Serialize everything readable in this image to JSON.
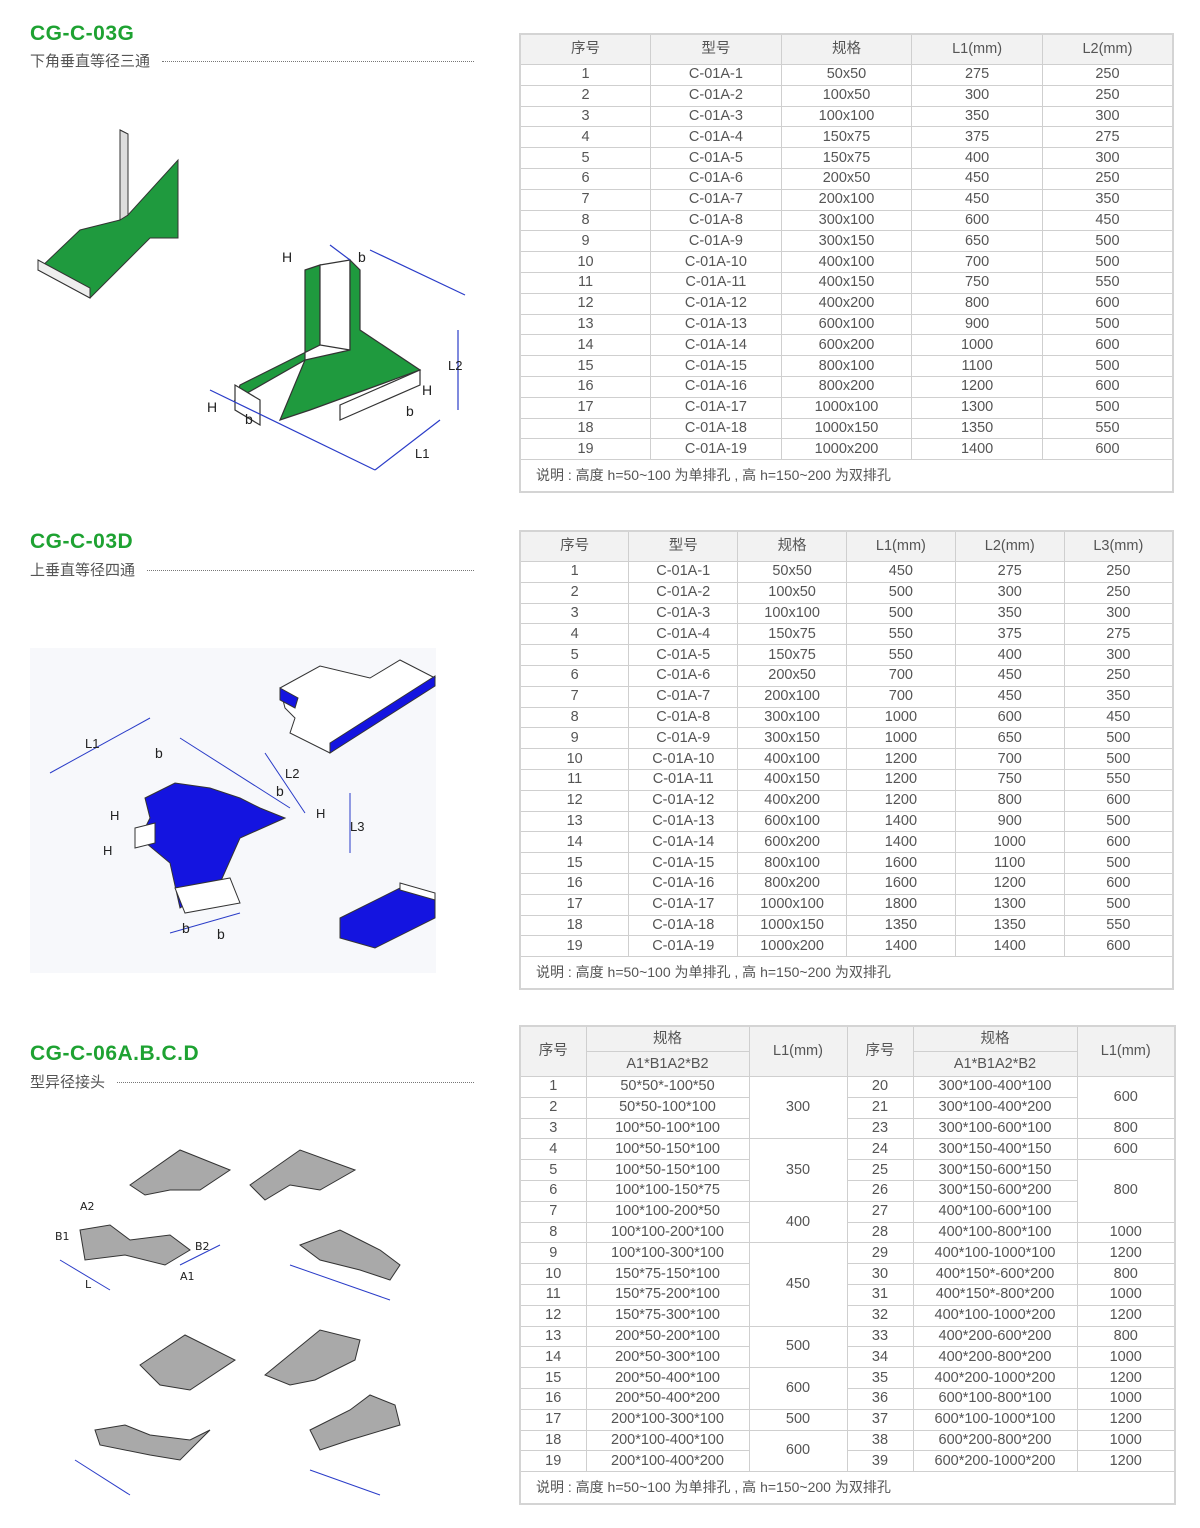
{
  "sections": [
    {
      "code": "CG-C-03G",
      "name": "下角垂直等径三通",
      "columns": [
        "序号",
        "型号",
        "规格",
        "L1(mm)",
        "L2(mm)"
      ],
      "rows": [
        [
          "1",
          "C-01A-1",
          "50x50",
          "275",
          "250"
        ],
        [
          "2",
          "C-01A-2",
          "100x50",
          "300",
          "250"
        ],
        [
          "3",
          "C-01A-3",
          "100x100",
          "350",
          "300"
        ],
        [
          "4",
          "C-01A-4",
          "150x75",
          "375",
          "275"
        ],
        [
          "5",
          "C-01A-5",
          "150x75",
          "400",
          "300"
        ],
        [
          "6",
          "C-01A-6",
          "200x50",
          "450",
          "250"
        ],
        [
          "7",
          "C-01A-7",
          "200x100",
          "450",
          "350"
        ],
        [
          "8",
          "C-01A-8",
          "300x100",
          "600",
          "450"
        ],
        [
          "9",
          "C-01A-9",
          "300x150",
          "650",
          "500"
        ],
        [
          "10",
          "C-01A-10",
          "400x100",
          "700",
          "500"
        ],
        [
          "11",
          "C-01A-11",
          "400x150",
          "750",
          "550"
        ],
        [
          "12",
          "C-01A-12",
          "400x200",
          "800",
          "600"
        ],
        [
          "13",
          "C-01A-13",
          "600x100",
          "900",
          "500"
        ],
        [
          "14",
          "C-01A-14",
          "600x200",
          "1000",
          "600"
        ],
        [
          "15",
          "C-01A-15",
          "800x100",
          "1100",
          "500"
        ],
        [
          "16",
          "C-01A-16",
          "800x200",
          "1200",
          "600"
        ],
        [
          "17",
          "C-01A-17",
          "1000x100",
          "1300",
          "500"
        ],
        [
          "18",
          "C-01A-18",
          "1000x150",
          "1350",
          "550"
        ],
        [
          "19",
          "C-01A-19",
          "1000x200",
          "1400",
          "600"
        ]
      ],
      "note": "说明 : 高度 h=50~100 为单排孔 , 高 h=150~200 为双排孔",
      "figure_labels": [
        "H",
        "b",
        "L2",
        "H",
        "b",
        "H",
        "b",
        "L1"
      ]
    },
    {
      "code": "CG-C-03D",
      "name": "上垂直等径四通",
      "columns": [
        "序号",
        "型号",
        "规格",
        "L1(mm)",
        "L2(mm)",
        "L3(mm)"
      ],
      "rows": [
        [
          "1",
          "C-01A-1",
          "50x50",
          "450",
          "275",
          "250"
        ],
        [
          "2",
          "C-01A-2",
          "100x50",
          "500",
          "300",
          "250"
        ],
        [
          "3",
          "C-01A-3",
          "100x100",
          "500",
          "350",
          "300"
        ],
        [
          "4",
          "C-01A-4",
          "150x75",
          "550",
          "375",
          "275"
        ],
        [
          "5",
          "C-01A-5",
          "150x75",
          "550",
          "400",
          "300"
        ],
        [
          "6",
          "C-01A-6",
          "200x50",
          "700",
          "450",
          "250"
        ],
        [
          "7",
          "C-01A-7",
          "200x100",
          "700",
          "450",
          "350"
        ],
        [
          "8",
          "C-01A-8",
          "300x100",
          "1000",
          "600",
          "450"
        ],
        [
          "9",
          "C-01A-9",
          "300x150",
          "1000",
          "650",
          "500"
        ],
        [
          "10",
          "C-01A-10",
          "400x100",
          "1200",
          "700",
          "500"
        ],
        [
          "11",
          "C-01A-11",
          "400x150",
          "1200",
          "750",
          "550"
        ],
        [
          "12",
          "C-01A-12",
          "400x200",
          "1200",
          "800",
          "600"
        ],
        [
          "13",
          "C-01A-13",
          "600x100",
          "1400",
          "900",
          "500"
        ],
        [
          "14",
          "C-01A-14",
          "600x200",
          "1400",
          "1000",
          "600"
        ],
        [
          "15",
          "C-01A-15",
          "800x100",
          "1600",
          "1100",
          "500"
        ],
        [
          "16",
          "C-01A-16",
          "800x200",
          "1600",
          "1200",
          "600"
        ],
        [
          "17",
          "C-01A-17",
          "1000x100",
          "1800",
          "1300",
          "500"
        ],
        [
          "18",
          "C-01A-18",
          "1000x150",
          "1350",
          "1350",
          "550"
        ],
        [
          "19",
          "C-01A-19",
          "1000x200",
          "1400",
          "1400",
          "600"
        ]
      ],
      "note": "说明 : 高度 h=50~100 为单排孔 , 高 h=150~200 为双排孔",
      "figure_labels": [
        "L1",
        "b",
        "L2",
        "b",
        "H",
        "H",
        "H",
        "L3",
        "b",
        "b"
      ]
    },
    {
      "code": "CG-C-06A.B.C.D",
      "name": "型异径接头",
      "header": {
        "seq": "序号",
        "spec": "规格",
        "spec_sub": "A1*B1A2*B2",
        "l1": "L1(mm)"
      },
      "left": {
        "rows": [
          [
            "1",
            "50*50*-100*50"
          ],
          [
            "2",
            "50*50-100*100"
          ],
          [
            "3",
            "100*50-100*100"
          ],
          [
            "4",
            "100*50-150*100"
          ],
          [
            "5",
            "100*50-150*100"
          ],
          [
            "6",
            "100*100-150*75"
          ],
          [
            "7",
            "100*100-200*50"
          ],
          [
            "8",
            "100*100-200*100"
          ],
          [
            "9",
            "100*100-300*100"
          ],
          [
            "10",
            "150*75-150*100"
          ],
          [
            "11",
            "150*75-200*100"
          ],
          [
            "12",
            "150*75-300*100"
          ],
          [
            "13",
            "200*50-200*100"
          ],
          [
            "14",
            "200*50-300*100"
          ],
          [
            "15",
            "200*50-400*100"
          ],
          [
            "16",
            "200*50-400*200"
          ],
          [
            "17",
            "200*100-300*100"
          ],
          [
            "18",
            "200*100-400*100"
          ],
          [
            "19",
            "200*100-400*200"
          ]
        ],
        "l1_groups": [
          {
            "value": "300",
            "span": 3
          },
          {
            "value": "350",
            "span": 3
          },
          {
            "value": "400",
            "span": 2
          },
          {
            "value": "450",
            "span": 4
          },
          {
            "value": "500",
            "span": 2
          },
          {
            "value": "600",
            "span": 2
          },
          {
            "value": "500",
            "span": 1
          },
          {
            "value": "600",
            "span": 2
          }
        ]
      },
      "right": {
        "rows": [
          [
            "20",
            "300*100-400*100"
          ],
          [
            "21",
            "300*100-400*200"
          ],
          [
            "23",
            "300*100-600*100"
          ],
          [
            "24",
            "300*150-400*150"
          ],
          [
            "25",
            "300*150-600*150"
          ],
          [
            "26",
            "300*150-600*200"
          ],
          [
            "27",
            "400*100-600*100"
          ],
          [
            "28",
            "400*100-800*100"
          ],
          [
            "29",
            "400*100-1000*100"
          ],
          [
            "30",
            "400*150*-600*200"
          ],
          [
            "31",
            "400*150*-800*200"
          ],
          [
            "32",
            "400*100-1000*200"
          ],
          [
            "33",
            "400*200-600*200"
          ],
          [
            "34",
            "400*200-800*200"
          ],
          [
            "35",
            "400*200-1000*200"
          ],
          [
            "36",
            "600*100-800*100"
          ],
          [
            "37",
            "600*100-1000*100"
          ],
          [
            "38",
            "600*200-800*200"
          ],
          [
            "39",
            "600*200-1000*200"
          ]
        ],
        "l1_groups": [
          {
            "value": "600",
            "span": 2
          },
          {
            "value": "800",
            "span": 1
          },
          {
            "value": "600",
            "span": 1
          },
          {
            "value": "800",
            "span": 3
          },
          {
            "value": "1000",
            "span": 1
          },
          {
            "value": "1200",
            "span": 1
          },
          {
            "value": "800",
            "span": 1
          },
          {
            "value": "1000",
            "span": 1
          },
          {
            "value": "1200",
            "span": 1
          },
          {
            "value": "800",
            "span": 1
          },
          {
            "value": "1000",
            "span": 1
          },
          {
            "value": "1200",
            "span": 1
          },
          {
            "value": "1000",
            "span": 1
          },
          {
            "value": "1200",
            "span": 1
          },
          {
            "value": "1000",
            "span": 1
          },
          {
            "value": "1200",
            "span": 1
          }
        ]
      },
      "note": "说明 : 高度 h=50~100 为单排孔 , 高 h=150~200 为双排孔",
      "figure_labels": [
        "A2",
        "B2",
        "B1",
        "L",
        "A1"
      ]
    }
  ],
  "colors": {
    "title_green": "#1ea232",
    "part_green": "#1f9a3e",
    "part_blue": "#1414e0",
    "part_gray": "#a9a9a9",
    "dim_blue": "#2a3cc8"
  }
}
